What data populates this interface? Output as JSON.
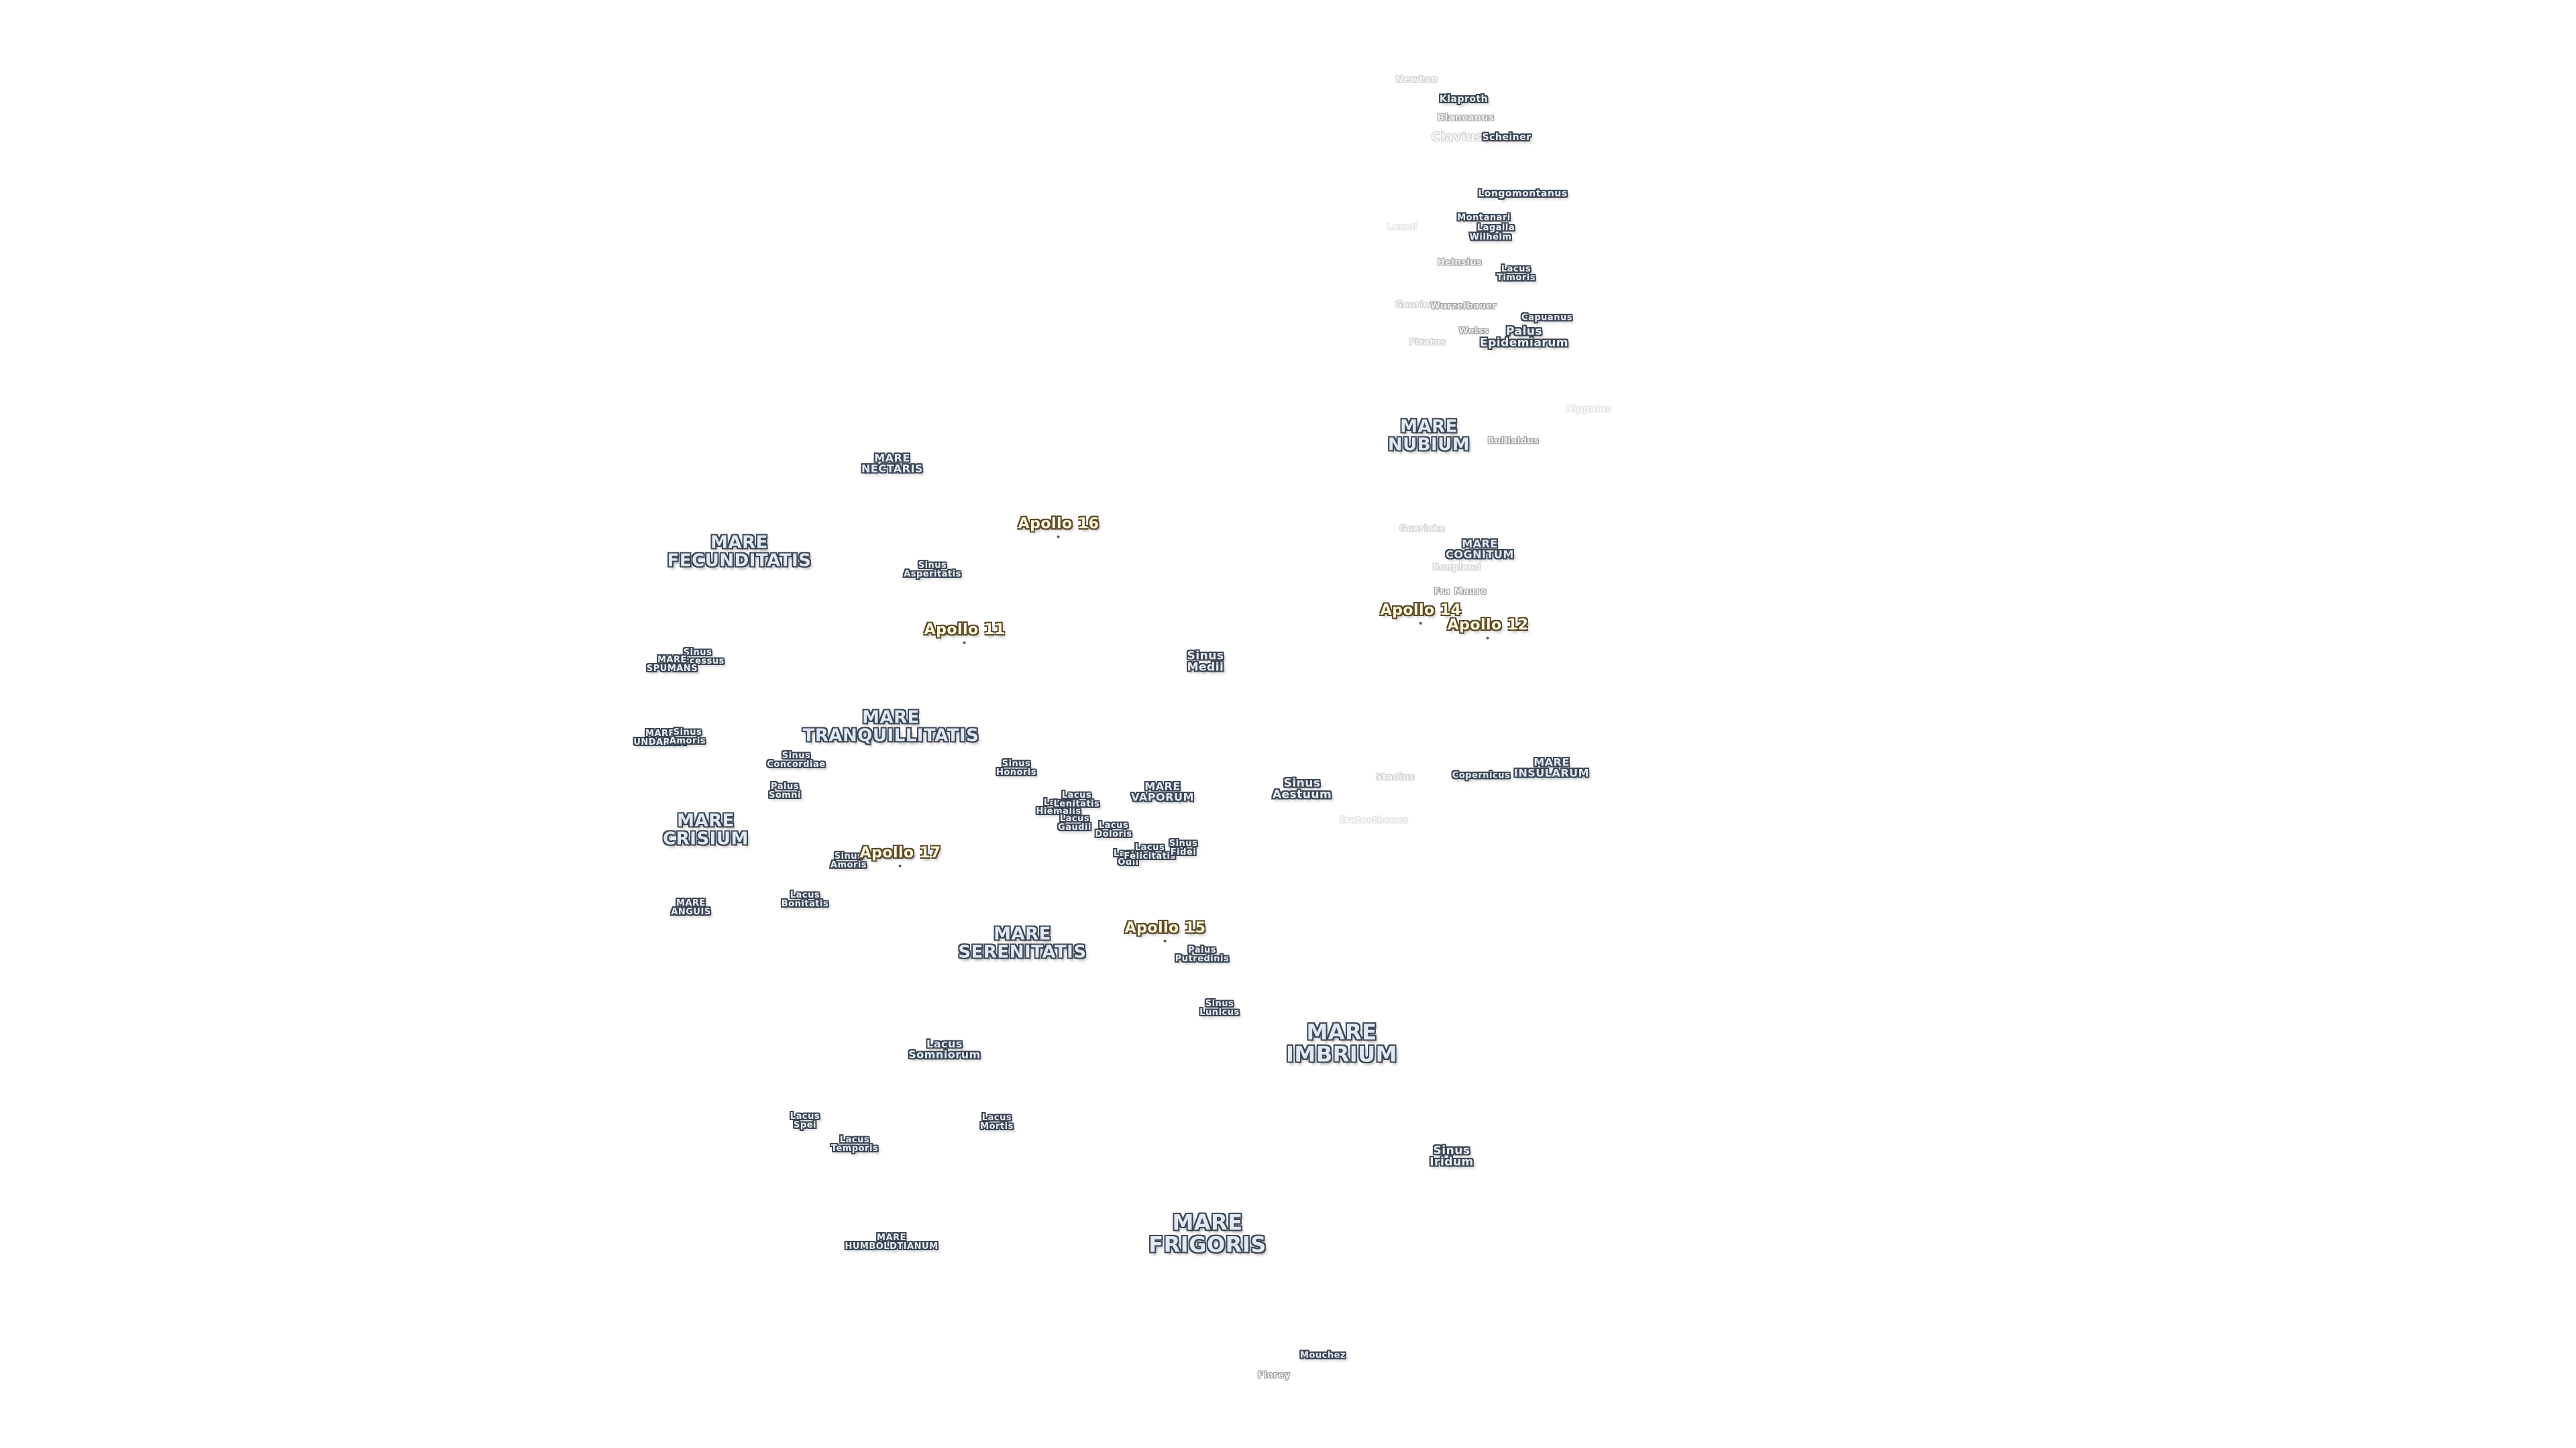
{
  "labels": [
    {
      "id": "newton",
      "text": "Newton",
      "cls": "crater small vfaint"
    },
    {
      "id": "klaproth",
      "text": "Klaproth",
      "cls": "crater mid"
    },
    {
      "id": "blancanus",
      "text": "Blancanus",
      "cls": "crater small faint"
    },
    {
      "id": "clavius",
      "text": "Clavius",
      "cls": "crater lg vfaint"
    },
    {
      "id": "scheiner",
      "text": "Scheiner",
      "cls": "crater small"
    },
    {
      "id": "longomontanus",
      "text": "Longomontanus",
      "cls": "crater mid"
    },
    {
      "id": "montanari",
      "text": "Montanari",
      "cls": "small"
    },
    {
      "id": "lexell",
      "text": "Lexell",
      "cls": "small ghost"
    },
    {
      "id": "lagalla",
      "text": "Lagalla",
      "cls": "small"
    },
    {
      "id": "wilhelm",
      "text": "Wilhelm",
      "cls": "small"
    },
    {
      "id": "heinsius",
      "text": "Heinsius",
      "cls": "small faint"
    },
    {
      "id": "lacus-timoris",
      "text": "Lacus\nTimoris",
      "cls": "small"
    },
    {
      "id": "gauricus",
      "text": "Gauricus",
      "cls": "small vfaint"
    },
    {
      "id": "wurzelbauer",
      "text": "Wurzelbauer",
      "cls": "small faint"
    },
    {
      "id": "capuanus",
      "text": "Capuanus",
      "cls": "small"
    },
    {
      "id": "weiss",
      "text": "Weiss",
      "cls": "small faint"
    },
    {
      "id": "palus-epidemiarum",
      "text": "Palus\nEpidemiarum",
      "cls": "mid"
    },
    {
      "id": "pitatus",
      "text": "Pitatus",
      "cls": "small vfaint"
    },
    {
      "id": "hippalus",
      "text": "Hippalus",
      "cls": "small ghost"
    },
    {
      "id": "mare-nubium",
      "text": "MARE\nNUBIUM",
      "cls": "mare"
    },
    {
      "id": "bullialdus",
      "text": "Bullialdus",
      "cls": "small faint"
    },
    {
      "id": "mare-nectaris",
      "text": "MARE\nNECTARIS",
      "cls": "mare sm"
    },
    {
      "id": "apollo-16",
      "text": "Apollo 16",
      "cls": "apollo"
    },
    {
      "id": "guericke",
      "text": "Guericke",
      "cls": "small vfaint"
    },
    {
      "id": "mare-cognitum",
      "text": "MARE\nCOGNITUM",
      "cls": "mare sm"
    },
    {
      "id": "bonpland",
      "text": "Bonpland",
      "cls": "small vfaint"
    },
    {
      "id": "mare-fecunditatis",
      "text": "MARE\nFECUNDITATIS",
      "cls": "mare"
    },
    {
      "id": "sinus-asperitatis",
      "text": "Sinus\nAsperitatis",
      "cls": "small"
    },
    {
      "id": "fra-mauro",
      "text": "Fra Mauro",
      "cls": "small faint"
    },
    {
      "id": "apollo-14",
      "text": "Apollo 14",
      "cls": "apollo"
    },
    {
      "id": "apollo-12",
      "text": "Apollo 12",
      "cls": "apollo"
    },
    {
      "id": "apollo-11",
      "text": "Apollo 11",
      "cls": "apollo"
    },
    {
      "id": "sinus-successus",
      "text": "Sinus\nSuccessus",
      "cls": "small"
    },
    {
      "id": "mare-spumans",
      "text": "MARE\nSPUMANS",
      "cls": "small"
    },
    {
      "id": "sinus-medii",
      "text": "Sinus\nMedii",
      "cls": "mid"
    },
    {
      "id": "mare-tranquillitatis",
      "text": "MARE\nTRANQUILLITATIS",
      "cls": "mare"
    },
    {
      "id": "mare-undarum",
      "text": "MARE\nUNDARUM",
      "cls": "small"
    },
    {
      "id": "sinus-amoris-lbl",
      "text": "Sinus\nAmoris",
      "cls": "small"
    },
    {
      "id": "sinus-concordiae",
      "text": "Sinus\nConcordiae",
      "cls": "small"
    },
    {
      "id": "sinus-honoris",
      "text": "Sinus\nHonoris",
      "cls": "small"
    },
    {
      "id": "mare-insularum",
      "text": "MARE\nINSULARUM",
      "cls": "mare sm"
    },
    {
      "id": "sinus-aestuum",
      "text": "Sinus\nAestuum",
      "cls": "mid"
    },
    {
      "id": "stadius",
      "text": "Stadius",
      "cls": "small vfaint"
    },
    {
      "id": "copernicus",
      "text": "Copernicus",
      "cls": "small"
    },
    {
      "id": "mare-vaporum",
      "text": "MARE\nVAPORUM",
      "cls": "mare sm"
    },
    {
      "id": "lacus-hiemalis",
      "text": "Lacus\nHiemalis",
      "cls": "small"
    },
    {
      "id": "lacus-lenitatis",
      "text": "Lacus\nLenitatis",
      "cls": "small"
    },
    {
      "id": "lacus-gaudii",
      "text": "Lacus\nGaudii",
      "cls": "small"
    },
    {
      "id": "palus-somni",
      "text": "Palus\nSomni",
      "cls": "small"
    },
    {
      "id": "lacus-doloris",
      "text": "Lacus\nDoloris",
      "cls": "small"
    },
    {
      "id": "mare-crisium",
      "text": "MARE\nCRISIUM",
      "cls": "mare"
    },
    {
      "id": "eratosthenes",
      "text": "Eratosthenes",
      "cls": "small ghost"
    },
    {
      "id": "sinus-amoris",
      "text": "Sinus\nAmoris",
      "cls": "small"
    },
    {
      "id": "apollo-17",
      "text": "Apollo 17",
      "cls": "apollo"
    },
    {
      "id": "lacus-odii",
      "text": "Lacus\nOdii",
      "cls": "small"
    },
    {
      "id": "lacus-felicitatis",
      "text": "Lacus\nFelicitatis",
      "cls": "small"
    },
    {
      "id": "sinus-fidei",
      "text": "Sinus\nFidei",
      "cls": "small"
    },
    {
      "id": "lacus-bonitatis",
      "text": "Lacus\nBonitatis",
      "cls": "small"
    },
    {
      "id": "mare-anguis",
      "text": "MARE\nANGUIS",
      "cls": "small"
    },
    {
      "id": "mare-serenitatis",
      "text": "MARE\nSERENITATIS",
      "cls": "mare"
    },
    {
      "id": "apollo-15",
      "text": "Apollo 15",
      "cls": "apollo"
    },
    {
      "id": "palus-putredinis",
      "text": "Palus\nPutredinis",
      "cls": "small"
    },
    {
      "id": "sinus-lunicus",
      "text": "Sinus\nLunicus",
      "cls": "small"
    },
    {
      "id": "mare-imbrium",
      "text": "MARE\nIMBRIUM",
      "cls": "mare big"
    },
    {
      "id": "lacus-somniorum",
      "text": "Lacus\nSomniorum",
      "cls": "mare sm"
    },
    {
      "id": "lacus-spei",
      "text": "Lacus\nSpei",
      "cls": "small"
    },
    {
      "id": "lacus-mortis",
      "text": "Lacus\nMortis",
      "cls": "small"
    },
    {
      "id": "lacus-temporis",
      "text": "Lacus\nTemporis",
      "cls": "small"
    },
    {
      "id": "sinus-iridum",
      "text": "Sinus\nIridum",
      "cls": "mid"
    },
    {
      "id": "mare-humboldtianum",
      "text": "MARE\nHUMBOLDTIANUM",
      "cls": "small"
    },
    {
      "id": "mare-frigoris",
      "text": "MARE\nFRIGORIS",
      "cls": "mare big"
    },
    {
      "id": "mouchez",
      "text": "Mouchez",
      "cls": "small"
    },
    {
      "id": "florey",
      "text": "Florey",
      "cls": "small faint"
    }
  ]
}
